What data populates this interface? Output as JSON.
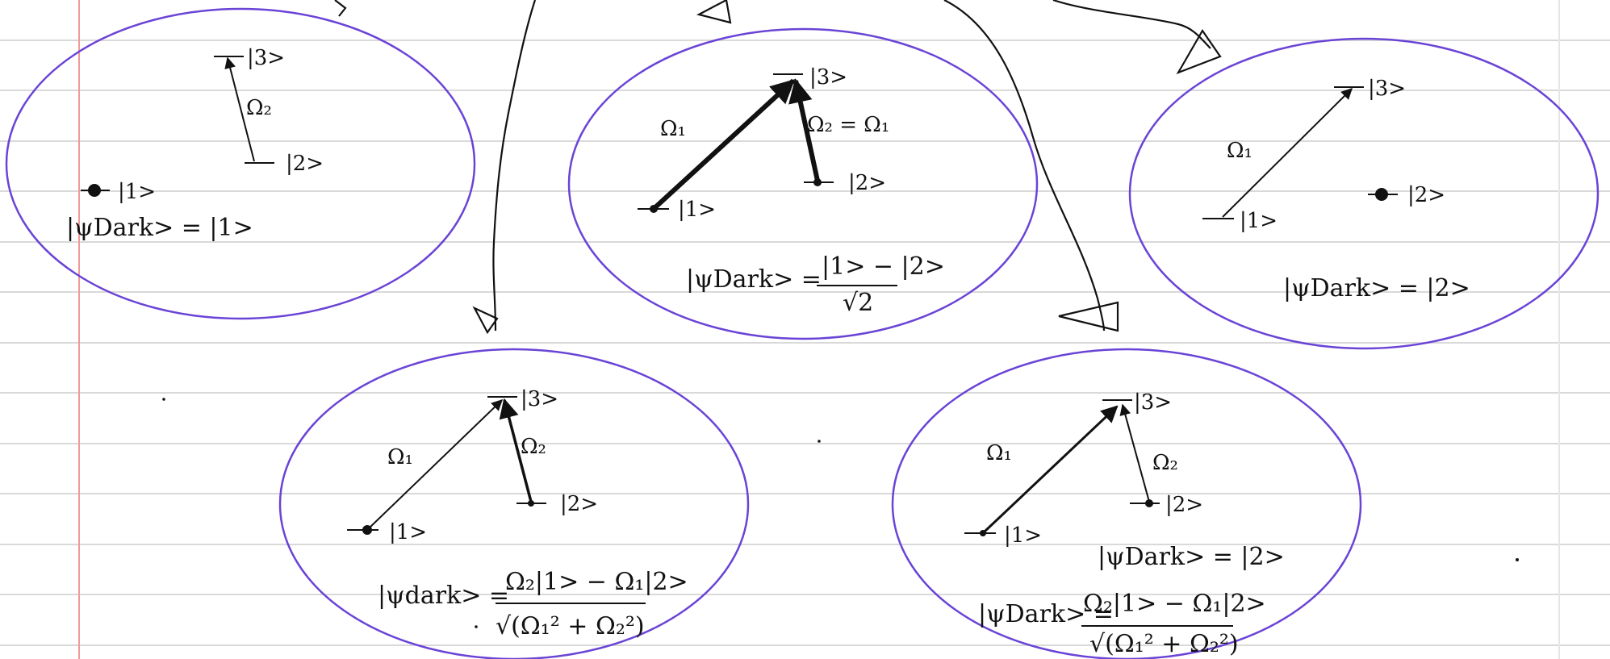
{
  "colors": {
    "ink": "#111111",
    "ellipse": "#6a44d6",
    "rule_line": "#d9d9d9",
    "margin_line": "#f09a9a",
    "paper": "#ffffff"
  },
  "kets": {
    "k1": "|1>",
    "k2": "|2>",
    "k3": "|3>"
  },
  "couplings": {
    "omega1": "Ω₁",
    "omega2": "Ω₂",
    "equal": "Ω₂ = Ω₁"
  },
  "panels": [
    {
      "id": "top-left",
      "dark_state": "|ψDark> = |1>",
      "active_arrows": [
        "2-3"
      ]
    },
    {
      "id": "top-middle",
      "dark_state_lhs": "|ψDark> =",
      "dark_state_num": "|1> − |2>",
      "dark_state_den": "√2",
      "active_arrows": [
        "1-3",
        "2-3"
      ]
    },
    {
      "id": "top-right",
      "dark_state": "|ψDark> = |2>",
      "active_arrows": [
        "1-3"
      ]
    },
    {
      "id": "bottom-left",
      "dark_state_lhs": "|ψdark> =",
      "dark_state_num": "Ω₂|1> − Ω₁|2>",
      "dark_state_den": "√(Ω₁² + Ω₂²)",
      "active_arrows": [
        "1-3",
        "2-3"
      ]
    },
    {
      "id": "bottom-right",
      "dark_state_simple": "|ψDark> = |2>",
      "dark_state_lhs": "|ψDark> =",
      "dark_state_num": "Ω₂|1> − Ω₁|2>",
      "dark_state_den": "√(Ω₁² + Ω₂²)",
      "active_arrows": [
        "1-3",
        "2-3"
      ]
    }
  ]
}
